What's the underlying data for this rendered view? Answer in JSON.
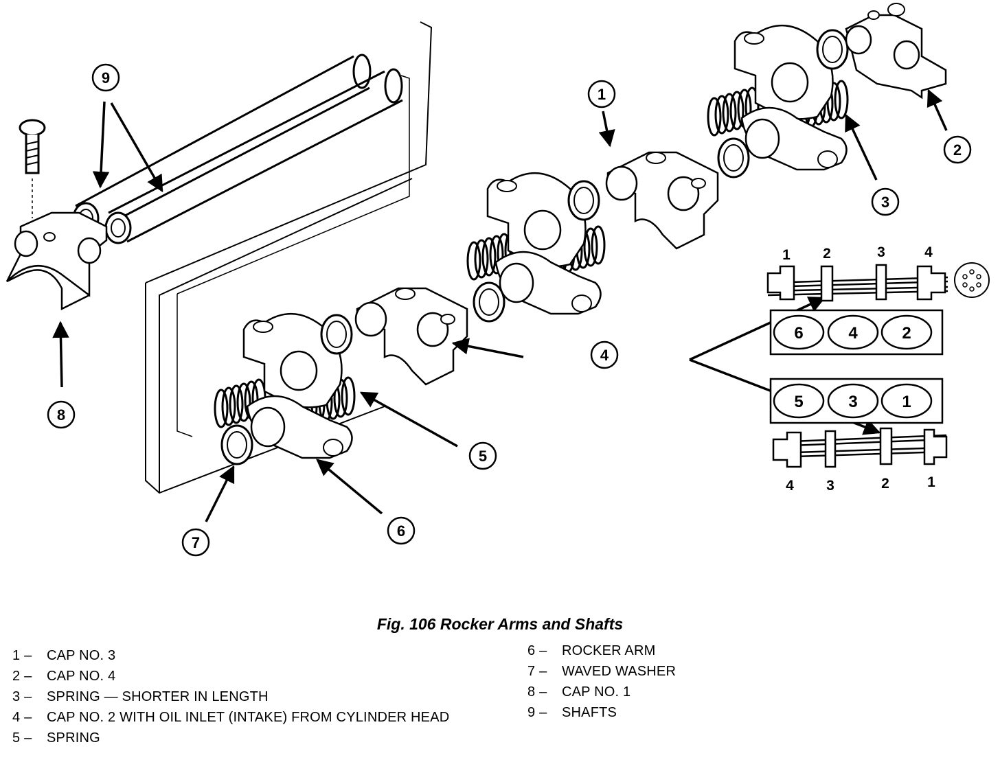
{
  "figure": {
    "caption": "Fig. 106 Rocker Arms and Shafts",
    "callouts": [
      "1",
      "2",
      "3",
      "4",
      "5",
      "6",
      "7",
      "8",
      "9"
    ],
    "cylinder_rows": {
      "top": [
        "6",
        "4",
        "2"
      ],
      "bottom": [
        "5",
        "3",
        "1"
      ]
    },
    "cap_sequence": {
      "top": [
        "1",
        "2",
        "3",
        "4"
      ],
      "bottom": [
        "4",
        "3",
        "2",
        "1"
      ]
    }
  },
  "legend": {
    "left": [
      {
        "num": "1 –",
        "text": "CAP NO. 3"
      },
      {
        "num": "2 –",
        "text": "CAP NO. 4"
      },
      {
        "num": "3 –",
        "text": "SPRING — SHORTER IN LENGTH"
      },
      {
        "num": "4 –",
        "text": "CAP NO. 2 WITH OIL INLET (INTAKE) FROM CYLINDER HEAD"
      },
      {
        "num": "5 –",
        "text": "SPRING"
      }
    ],
    "right": [
      {
        "num": "6 –",
        "text": "ROCKER ARM"
      },
      {
        "num": "7 –",
        "text": "WAVED WASHER"
      },
      {
        "num": "8 –",
        "text": "CAP NO. 1"
      },
      {
        "num": "9 –",
        "text": "SHAFTS"
      }
    ]
  }
}
